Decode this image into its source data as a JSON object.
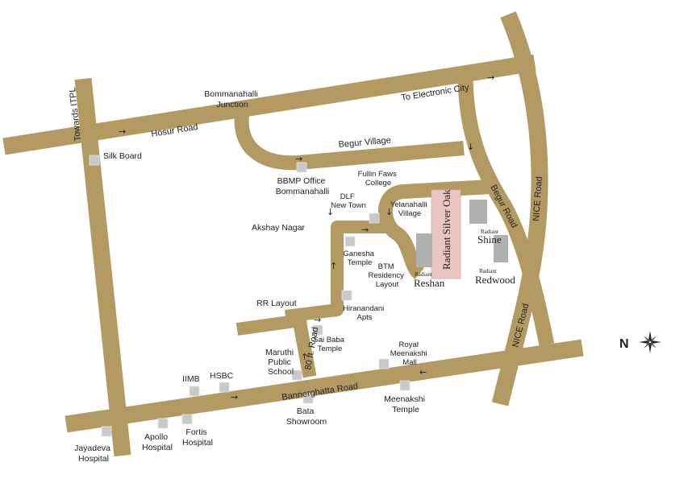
{
  "colors": {
    "road": "#b39a62",
    "road_edge": "#a18a55",
    "landmark": "#c9c9c9",
    "building": "#b0b0b0",
    "highlight": "#ebc7c3",
    "text": "#222222"
  },
  "roads": {
    "hosur": "Hosur Road",
    "electronic_city": "To Electronic City",
    "towards_itpl": "Towards ITPL",
    "begur_village": "Begur Village",
    "begur_road": "Begur Road",
    "nice_road_top": "NICE Road",
    "nice_road_bottom": "NICE Road",
    "bannerghatta": "Bannerghatta Road",
    "eighty_ft": "80 ft. Road"
  },
  "places": {
    "bommanahalli_junction": [
      "Bommanahalli",
      "Junction"
    ],
    "silk_board": "Silk Board",
    "bbmp_office": [
      "BBMP Office",
      "Bommanahalli"
    ],
    "fullin_faws": [
      "Fullin Faws",
      "College"
    ],
    "dlf_new_town": [
      "DLF",
      "New Town"
    ],
    "yelanahalli": [
      "Yelanahalli",
      "Village"
    ],
    "akshay_nagar": "Akshay Nagar",
    "ganesha_temple": [
      "Ganesha",
      "Temple"
    ],
    "btm_residency": [
      "BTM",
      "Residency",
      "Layout"
    ],
    "rr_layout": "RR Layout",
    "hiranandani": [
      "Hiranandani",
      "Apts"
    ],
    "sai_baba": [
      "Sai Baba",
      "Temple"
    ],
    "maruthi": [
      "Maruthi",
      "Public",
      "School"
    ],
    "royal_meenakshi": [
      "Royal",
      "Meenakshi",
      "Mall"
    ],
    "iimb": "IIMB",
    "hsbc": "HSBC",
    "bata": [
      "Bata",
      "Showroom"
    ],
    "meenakshi_temple": [
      "Meenakshi",
      "Temple"
    ],
    "jayadeva": [
      "Jayadeva",
      "Hospital"
    ],
    "apollo": [
      "Apollo",
      "Hospital"
    ],
    "fortis": [
      "Fortis",
      "Hospital"
    ]
  },
  "projects": {
    "silver_oak": "Radiant Silver Oak",
    "shine_small": "Radiant",
    "shine_big": "Shine",
    "reshan_small": "Radiant",
    "reshan_big": "Reshan",
    "redwood_small": "Radiant",
    "redwood_big": "Redwood"
  },
  "compass": {
    "letter": "N",
    "icon": "compass-star-icon"
  },
  "arrows": {
    "right": "→",
    "left": "←",
    "up": "↑",
    "down": "↓"
  }
}
